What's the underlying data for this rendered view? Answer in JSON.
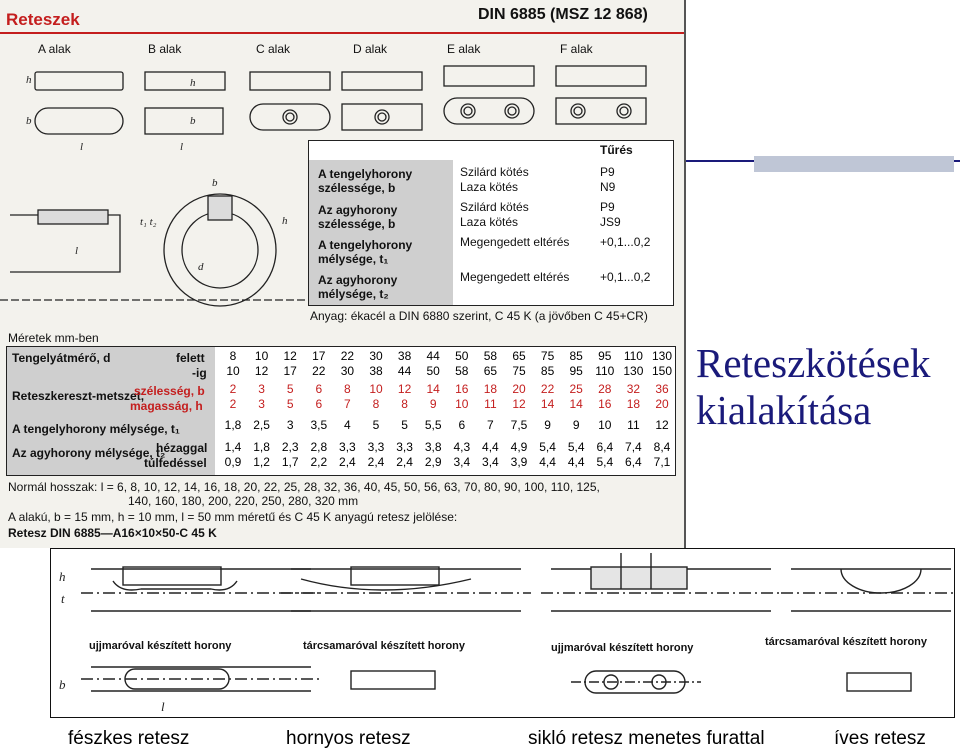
{
  "slide": {
    "title_line1": "Reteszkötések",
    "title_line2": "kialakítása",
    "accent_color": "#1a1a7a"
  },
  "scan": {
    "heading": "Reteszek",
    "standard": "DIN 6885 (MSZ 12 868)",
    "forms": [
      "A alak",
      "B alak",
      "C alak",
      "D alak",
      "E alak",
      "F alak"
    ],
    "dim_labels": {
      "h": "h",
      "b": "b",
      "l": "l",
      "t1t2": "t₁ t₂",
      "d": "d"
    },
    "tolerance_header": "Tűrés",
    "tol_rows": [
      {
        "label": "A tengelyhorony szélessége, b",
        "fits": [
          "Szilárd kötés",
          "Laza kötés"
        ],
        "tol": [
          "P9",
          "N9"
        ]
      },
      {
        "label": "Az agyhorony szélessége, b",
        "fits": [
          "Szilárd kötés",
          "Laza kötés"
        ],
        "tol": [
          "P9",
          "JS9"
        ]
      },
      {
        "label": "A tengelyhorony mélysége, t₁",
        "fits": [
          "Megengedett eltérés"
        ],
        "tol": [
          "+0,1...0,2"
        ]
      },
      {
        "label": "Az agyhorony mélysége, t₂",
        "fits": [
          "Megengedett eltérés"
        ],
        "tol": [
          "+0,1...0,2"
        ]
      }
    ],
    "material": "Anyag: ékacél a DIN 6880 szerint, C 45 K (a jövőben C 45+CR)",
    "units_note": "Méretek mm-ben",
    "table_labels": {
      "shaft": "Tengelyátmérő, d",
      "above": "felett",
      "upto": "-ig",
      "section": "Reteszkereszt-metszet,",
      "width": "szélesség, b",
      "height": "magasság, h",
      "t1": "A tengelyhorony mélysége, t₁",
      "hub": "Az agyhorony mélysége, t₂",
      "clearance": "hézaggal",
      "overlap": "túlfedéssel"
    },
    "cols": [
      [
        "8",
        "10",
        "2",
        "2",
        "1,8",
        "1,4",
        "0,9"
      ],
      [
        "10",
        "12",
        "3",
        "3",
        "2,5",
        "1,8",
        "1,2"
      ],
      [
        "12",
        "17",
        "5",
        "5",
        "3",
        "2,3",
        "1,7"
      ],
      [
        "17",
        "22",
        "6",
        "6",
        "3,5",
        "2,8",
        "2,2"
      ],
      [
        "22",
        "30",
        "8",
        "7",
        "4",
        "3,3",
        "2,4"
      ],
      [
        "30",
        "38",
        "10",
        "8",
        "5",
        "3,3",
        "2,4"
      ],
      [
        "38",
        "44",
        "12",
        "8",
        "5",
        "3,3",
        "2,4"
      ],
      [
        "44",
        "50",
        "14",
        "9",
        "5,5",
        "3,8",
        "2,9"
      ],
      [
        "50",
        "58",
        "16",
        "10",
        "6",
        "4,3",
        "3,4"
      ],
      [
        "58",
        "65",
        "18",
        "11",
        "7",
        "4,4",
        "3,4"
      ],
      [
        "65",
        "75",
        "20",
        "12",
        "7,5",
        "4,9",
        "3,9"
      ],
      [
        "75",
        "85",
        "22",
        "14",
        "9",
        "5,4",
        "4,4"
      ],
      [
        "85",
        "95",
        "25",
        "14",
        "9",
        "5,4",
        "4,4"
      ],
      [
        "95",
        "110",
        "28",
        "16",
        "10",
        "6,4",
        "5,4"
      ],
      [
        "110",
        "130",
        "32",
        "18",
        "11",
        "7,4",
        "6,4"
      ],
      [
        "130",
        "150",
        "36",
        "20",
        "12",
        "8,4",
        "7,1"
      ]
    ],
    "lengths": "Normál hosszak: l = 6, 8, 10, 12, 14, 16, 18, 20, 22, 25, 28, 32, 36, 40, 45, 50, 56, 63, 70, 80, 90, 100, 110, 125,",
    "lengths2": "140, 160, 180, 200, 220, 250, 280, 320 mm",
    "example": "A alakú, b = 15 mm, h = 10 mm, l = 50 mm méretű és C 45 K anyagú retesz jelölése:",
    "designation": "Retesz DIN 6885—A16×10×50-C 45 K"
  },
  "panel": {
    "captions": [
      "ujjmaróval készített horony",
      "tárcsamaróval készített horony",
      "ujjmaróval készített horony",
      "tárcsamaróval készített horony"
    ],
    "dims": {
      "h": "h",
      "t": "t",
      "b": "b",
      "l": "l"
    }
  },
  "bottom_captions": [
    "fészkes retesz",
    "hornyos retesz",
    "sikló retesz menetes furattal",
    "íves retesz"
  ]
}
